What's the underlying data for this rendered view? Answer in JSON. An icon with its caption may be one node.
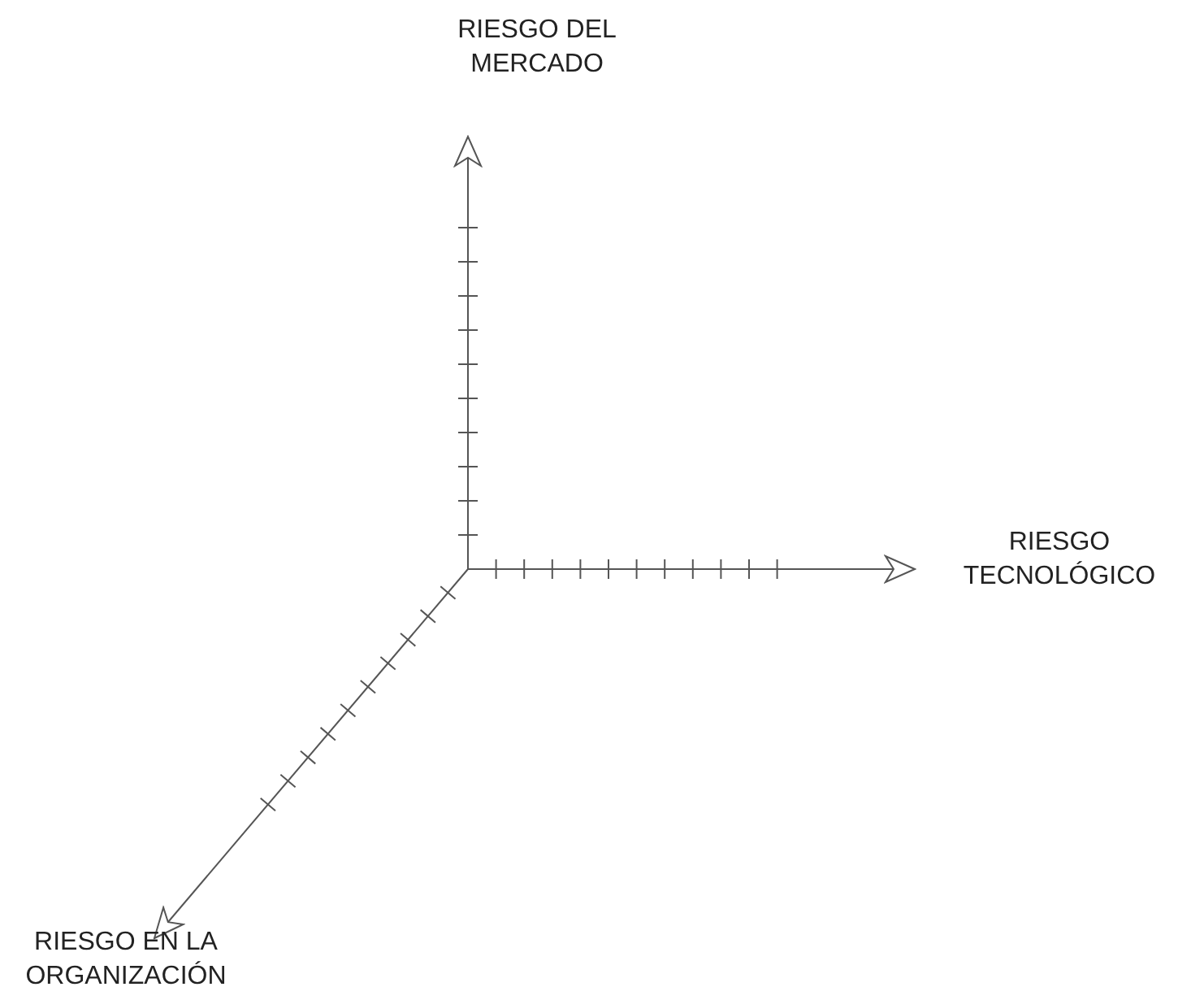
{
  "diagram": {
    "labels": [
      "RIESGO DEL MERCADO",
      "RIESGO TECNOLÓGICO",
      "RIESGO EN LA ORGANIZACIÓN"
    ]
  }
}
